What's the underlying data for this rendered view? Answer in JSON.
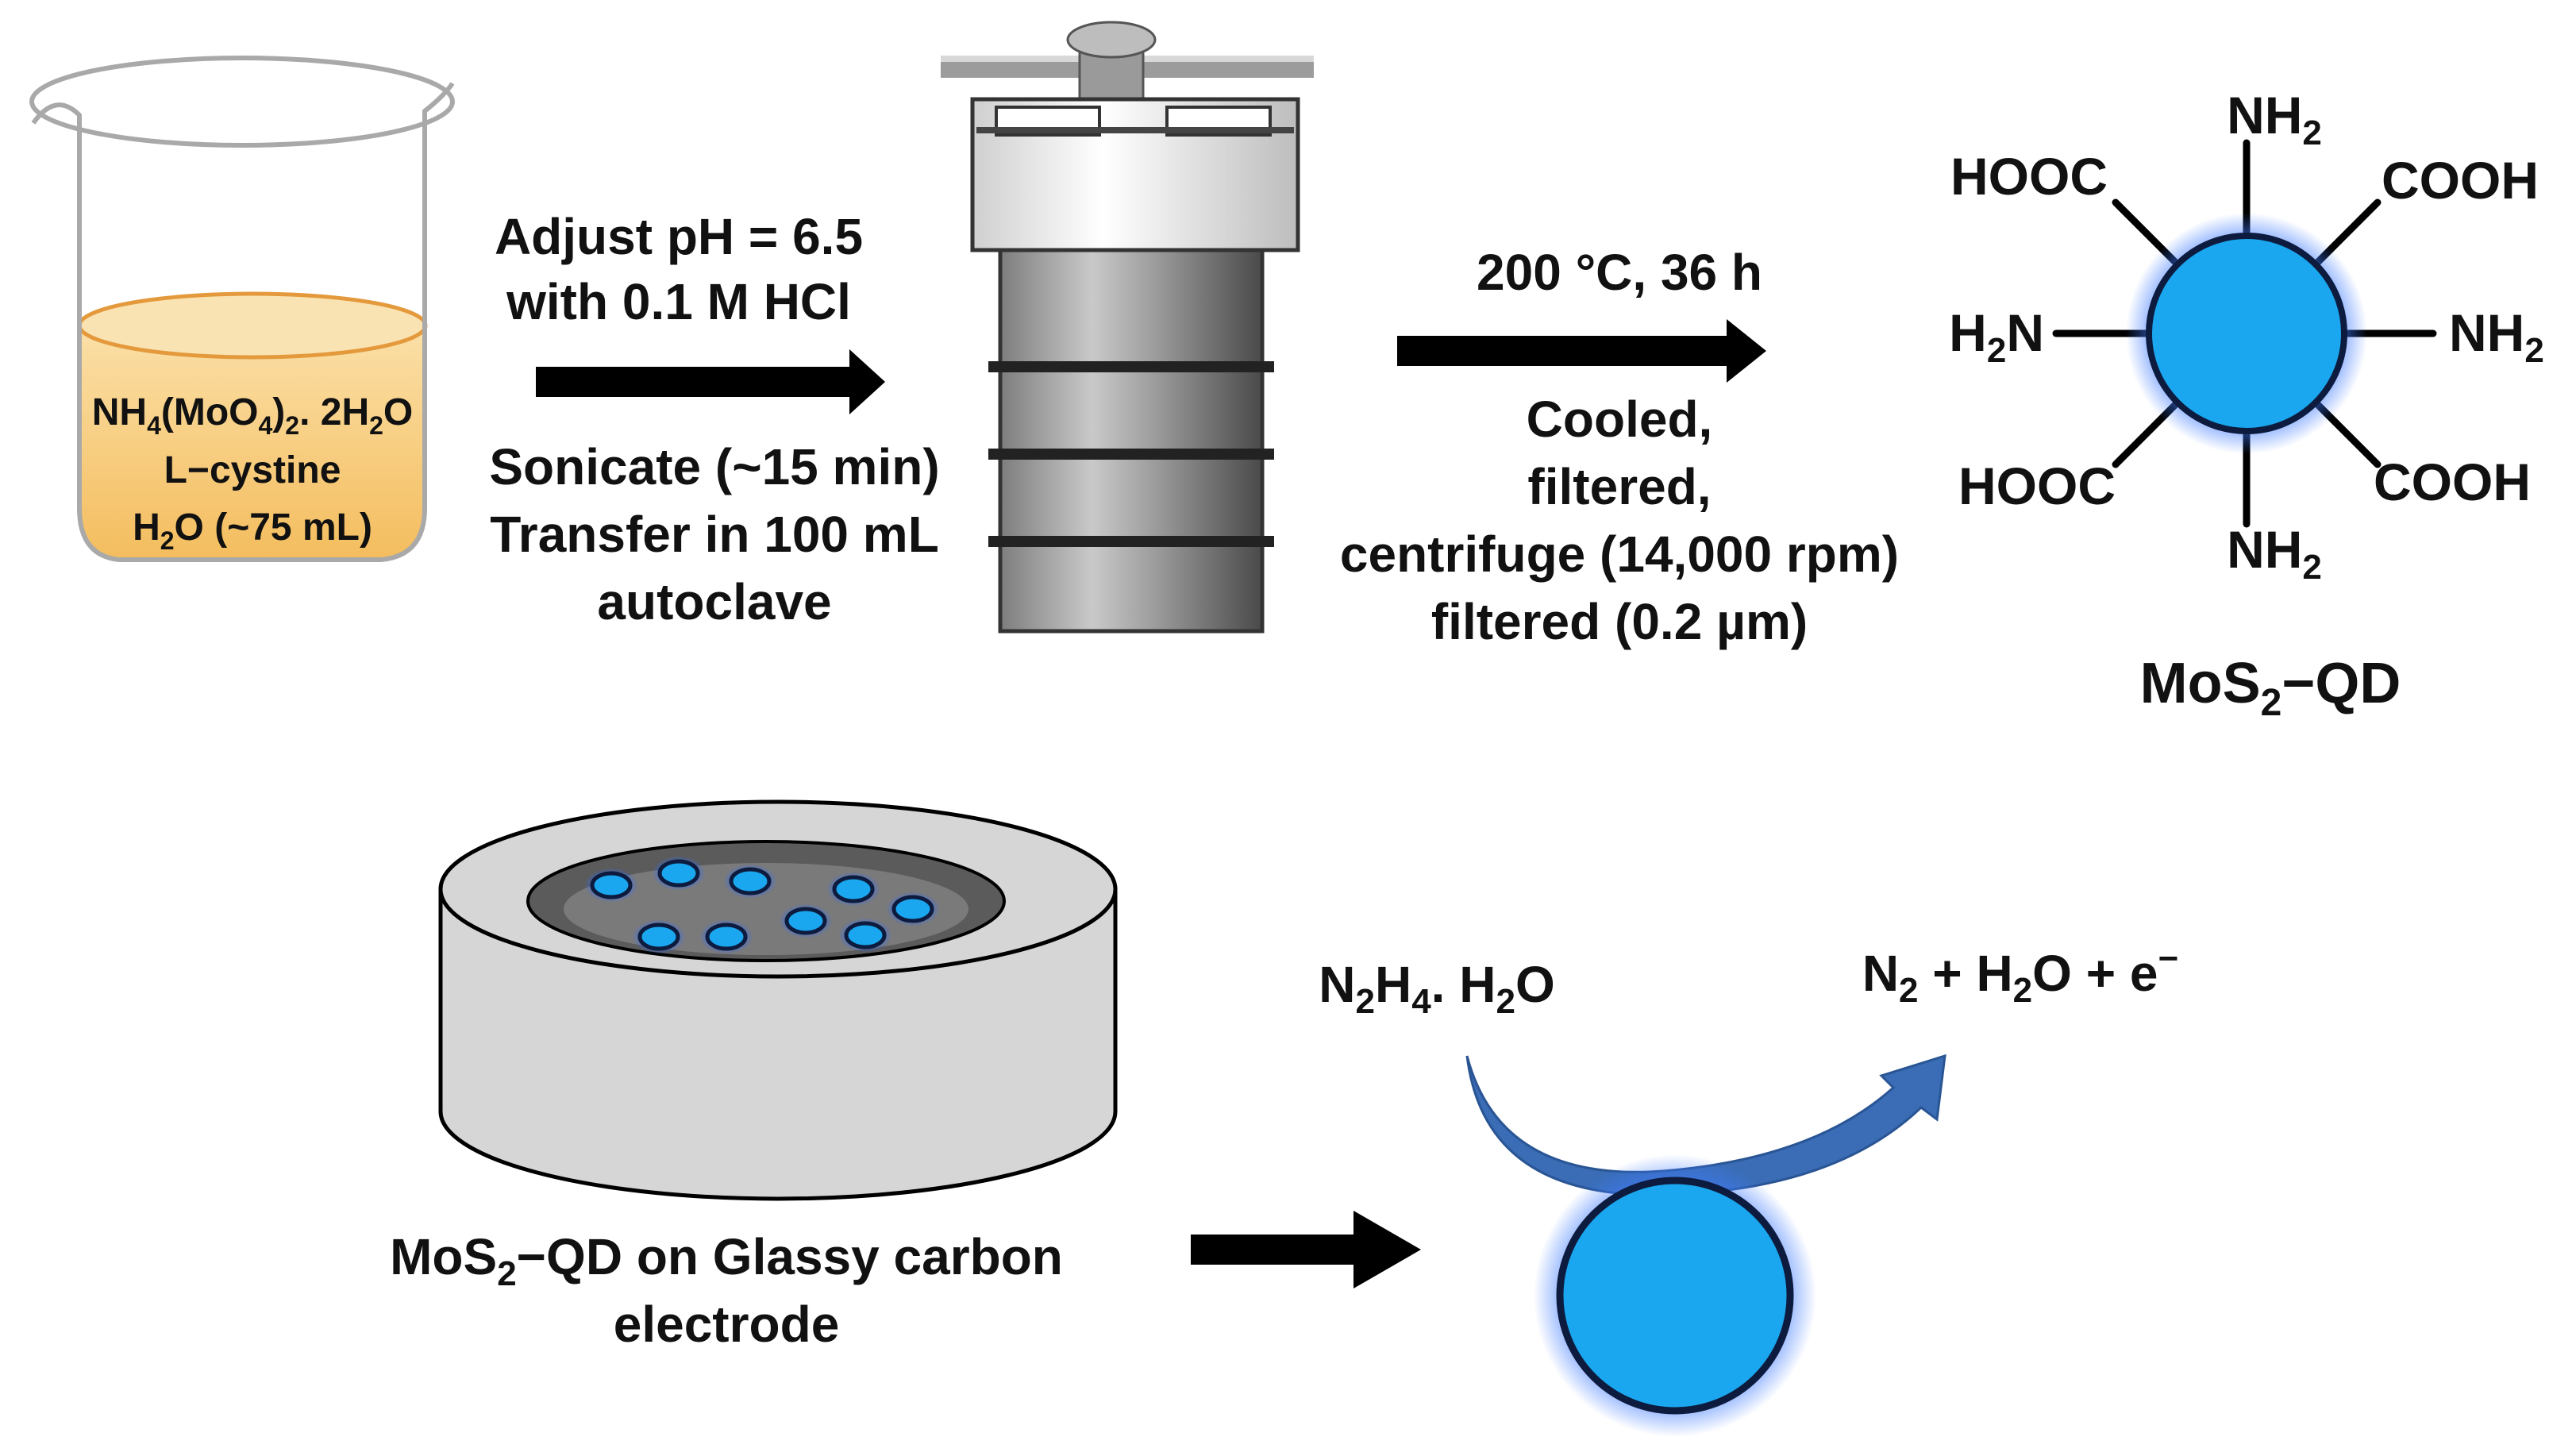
{
  "colors": {
    "solution": "#f7cc7f",
    "solution_edge": "#e49a3c",
    "qd_fill": "#1aa7ef",
    "qd_glow": "#3f7bff",
    "qd_outline": "#0d1b3e",
    "curved_arrow": "#3a6db5",
    "arrow": "#000000",
    "electrode": "#d6d6d6"
  },
  "beaker": {
    "line1": {
      "main": "NH",
      "sub1": "4",
      "mid": "(MoO",
      "sub2": "4",
      "end": ")",
      "sub3": "2",
      "tail": ". 2H",
      "sub4": "2",
      "last": "O"
    },
    "line2": "L−cystine",
    "line3": {
      "pre": "H",
      "sub": "2",
      "post": "O (~75 mL)"
    }
  },
  "step1": {
    "above": [
      "Adjust pH = 6.5",
      "with 0.1 M HCl"
    ],
    "below": [
      "Sonicate  (~15 min)",
      "Transfer in 100 mL",
      "autoclave"
    ]
  },
  "step2": {
    "above": "200 °C, 36 h",
    "below": [
      "Cooled,",
      "filtered,",
      "centrifuge (14,000 rpm)",
      "filtered (0.2 µm)"
    ]
  },
  "qd": {
    "groups": {
      "top": {
        "pre": "NH",
        "sub": "2"
      },
      "bottom": {
        "pre": "NH",
        "sub": "2"
      },
      "right": {
        "pre": "NH",
        "sub": "2"
      },
      "left": {
        "pre": "H",
        "sub": "2",
        "post": "N"
      },
      "top_left": "HOOC",
      "top_right": "COOH",
      "bottom_left": "HOOC",
      "bottom_right": "COOH"
    },
    "caption": {
      "pre": "MoS",
      "sub": "2",
      "post": "−QD"
    }
  },
  "electrode": {
    "caption1": {
      "pre": "MoS",
      "sub": "2",
      "post": "−QD on Glassy carbon"
    },
    "caption2": "electrode"
  },
  "reaction": {
    "reactant": {
      "a": "N",
      "s1": "2",
      "b": "H",
      "s2": "4",
      "c": ". H",
      "s3": "2",
      "d": "O"
    },
    "product": {
      "a": "N",
      "s1": "2",
      "b": " + H",
      "s2": "2",
      "c": "O + e",
      "sup": "−"
    }
  }
}
